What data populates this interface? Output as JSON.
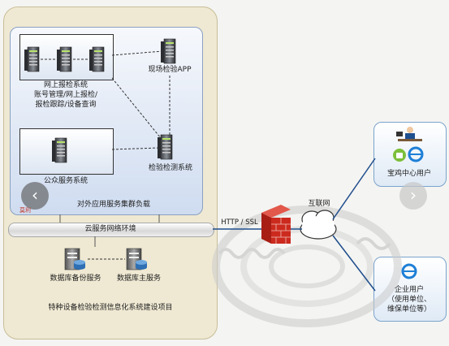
{
  "diagram": {
    "app_label": "现场检验APP",
    "online_system": "网上报检系统",
    "online_system_desc": [
      "账号管理/网上报检/",
      "报检跟踪/设备查询"
    ],
    "public_system": "公众服务系统",
    "inspection_system": "检验检测系统",
    "cluster_label": "对外应用服务集群负载",
    "cloud_env": "云服务网络环境",
    "db_backup": "数据库备份服务",
    "db_main": "数据库主服务",
    "project_title": "特种设备检验检测信息化系统建设项目",
    "protocol": "HTTP / SSL",
    "internet": "互联网",
    "center_users": "宝鸡中心用户",
    "enterprise_users": [
      "企业用户",
      "（使用单位、",
      "维保单位等）"
    ],
    "watermark": "莫利"
  },
  "nav": {
    "prev": "‹",
    "next": "›"
  },
  "colors": {
    "accent": "#7ba3cc",
    "firewall": "#cc2a1e",
    "line": "#1f4e8c"
  }
}
